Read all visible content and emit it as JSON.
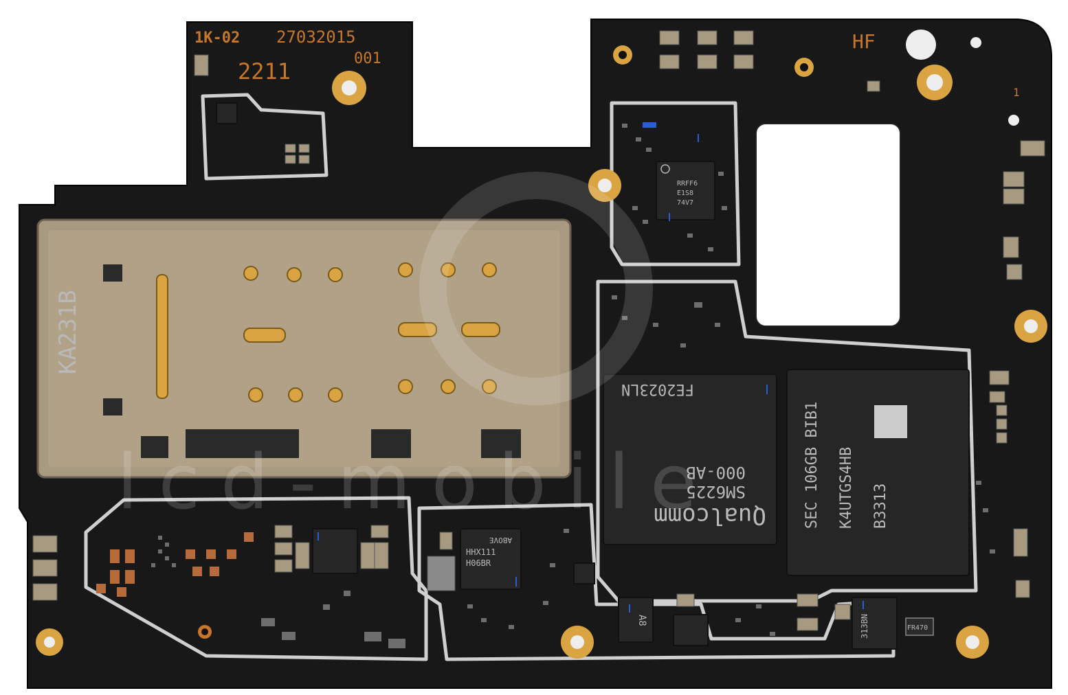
{
  "colors": {
    "pcb": "#1a1a1a",
    "pcb_dark": "#0e0e0e",
    "shield": "#b8b8b8",
    "sim_tray": "#a89a80",
    "gold": "#d9a441",
    "copper": "#c8772a",
    "chip": "#262626"
  },
  "silkscreen": {
    "board_code": "1K-02",
    "serial": "27032015",
    "lot": "001",
    "date_code": "2211",
    "hf_mark": "HF",
    "page_mark": "1"
  },
  "sim_tray": {
    "label": "KA231B"
  },
  "rf_chip": {
    "brand_icon": "qualcomm-q-icon",
    "line1": "RRFF6",
    "line2": "E1S8",
    "line3": "74V7"
  },
  "soc": {
    "line1": "FE2023LN",
    "line2": "000-AB",
    "line3": "SM6225",
    "brand": "Qualcomm"
  },
  "memory": {
    "line1": "SEC 106GB BIB1",
    "line2": "K4UTGS4HB",
    "line3": "B3313"
  },
  "pmic": {
    "line1": "ABOVE",
    "line2": "HHX111",
    "line3": "H06BR"
  },
  "small_chips": {
    "a8": "A8",
    "ic_313": "313BN",
    "fr": "FR470"
  },
  "watermark": {
    "text": "lcd-mobile"
  }
}
